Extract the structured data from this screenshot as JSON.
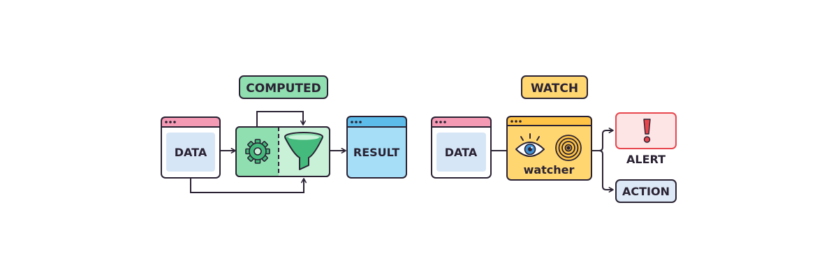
{
  "computed": {
    "title": "COMPUTED",
    "source_label": "DATA",
    "result_label": "RESULT"
  },
  "watch": {
    "title": "WATCH",
    "source_label": "DATA",
    "watcher_label": "watcher",
    "alert_label": "ALERT",
    "action_label": "ACTION"
  },
  "colors": {
    "stroke": "#2a2233",
    "pink_bar": "#f59ab5",
    "blue_bar": "#5cbbe8",
    "data_fill": "#d7e6f6",
    "computed_green": "#8fdfb0",
    "computed_green_light": "#c9f1d8",
    "icon_green": "#44bb7c",
    "result_fill": "#a6def7",
    "watch_yellow": "#ffd670",
    "watch_yellow_bar": "#ffc445",
    "alert_fill": "#fde5e5",
    "alert_red": "#e8454d",
    "action_fill": "#dde9f6",
    "eye_blue": "#3f8fd1"
  },
  "icons": [
    "gear-icon",
    "funnel-icon",
    "eye-icon",
    "signal-icon",
    "exclamation-icon"
  ]
}
